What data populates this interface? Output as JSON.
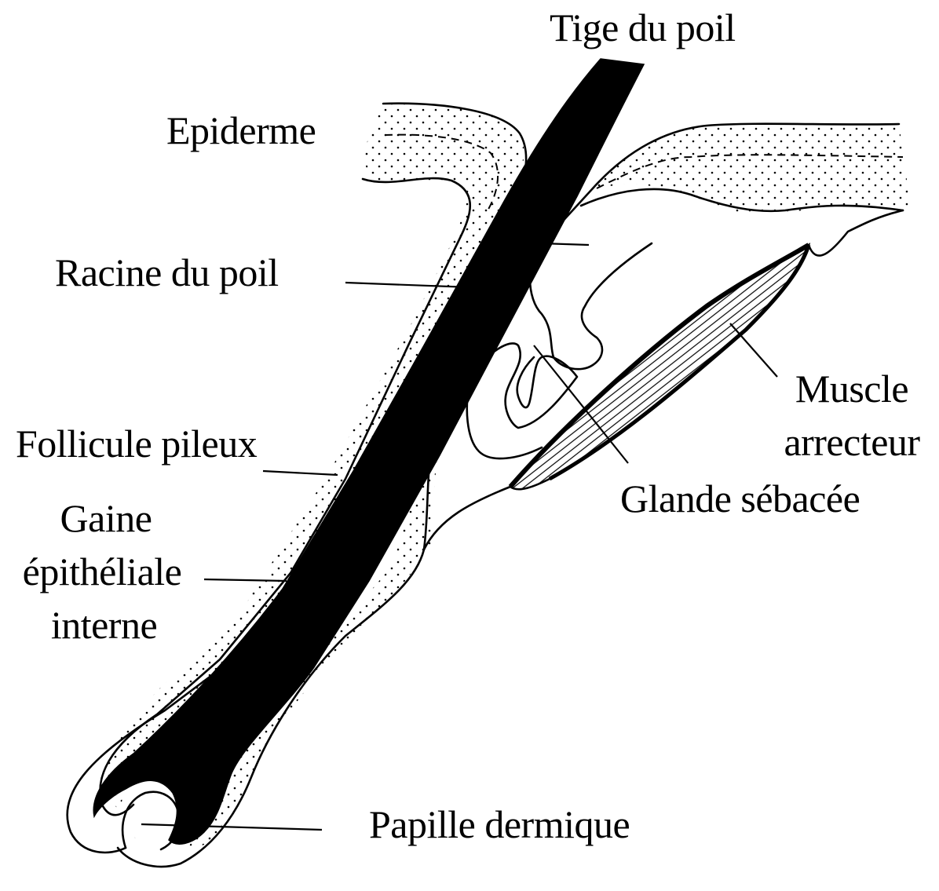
{
  "labels": {
    "tige": "Tige du poil",
    "epiderme": "Epiderme",
    "racine": "Racine du poil",
    "follicule": "Follicule pileux",
    "gaine_1": "Gaine",
    "gaine_2": "épithéliale",
    "gaine_3": "interne",
    "muscle_1": "Muscle",
    "muscle_2": "arrecteur",
    "glande": "Glande sébacée",
    "papille": "Papille dermique"
  },
  "colors": {
    "ink": "#000000",
    "background": "#ffffff"
  }
}
